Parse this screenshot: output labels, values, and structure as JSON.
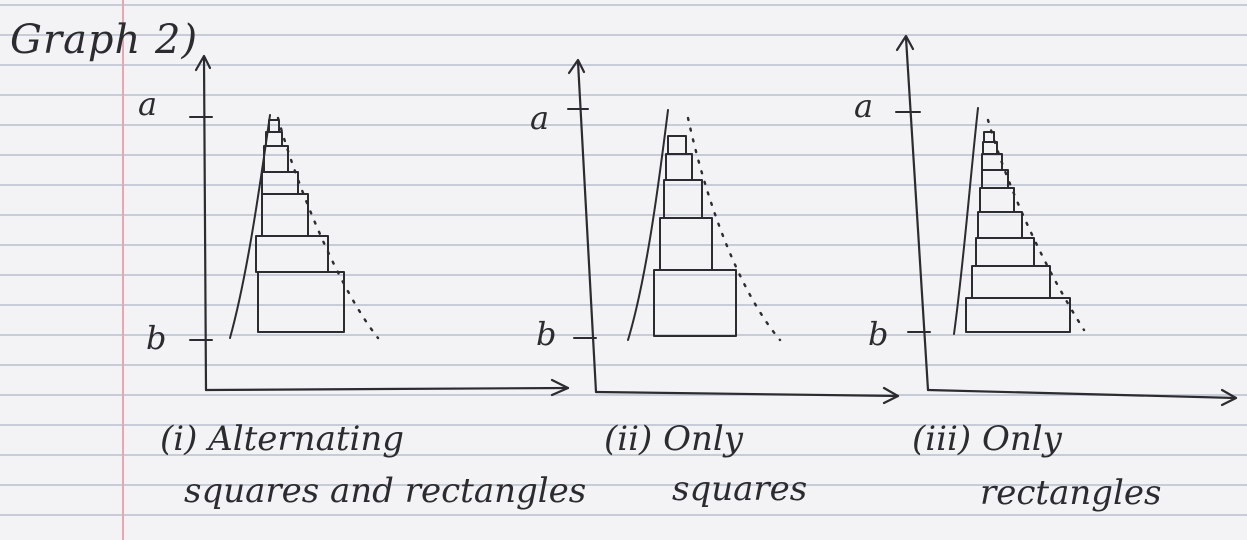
{
  "title": "Graph 2)",
  "panels": [
    {
      "id": "i",
      "a_label": "a",
      "b_label": "b",
      "caption_line1": "(i) Alternating",
      "caption_line2": "squares and rectangles"
    },
    {
      "id": "ii",
      "a_label": "a",
      "b_label": "b",
      "caption_line1": "(ii) Only",
      "caption_line2": "squares"
    },
    {
      "id": "iii",
      "a_label": "a",
      "b_label": "b",
      "caption_line1": "(iii) Only",
      "caption_line2": "rectangles"
    }
  ]
}
